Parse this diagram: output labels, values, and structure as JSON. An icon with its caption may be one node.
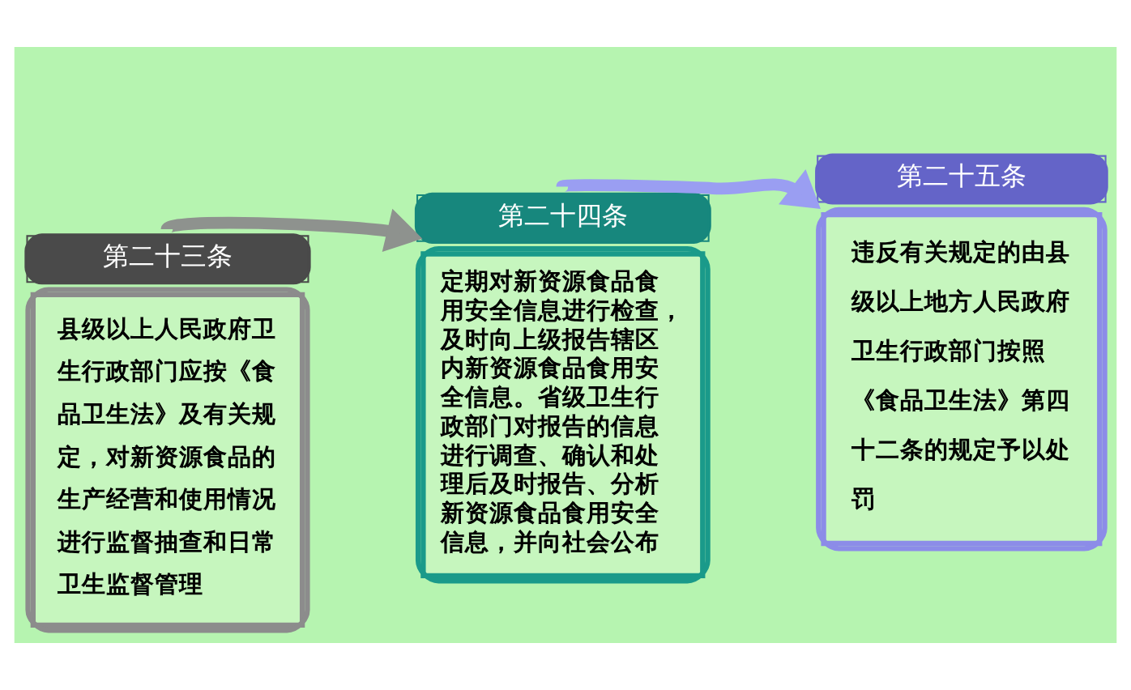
{
  "diagram": {
    "nodes": [
      {
        "text": [
          "第二十三条",
          "县级以上人民政府卫生行政部门应按《食品卫生法》及有关规定，对新资源食品的生产经营和使用情况进行监督抽查和日常卫生监督管理"
        ]
      },
      {
        "text": [
          "第二十四条",
          "定期对新资源食品食用安全信息进行检查，及时向上级报告辖区内新资源食品食用安全信息。省级卫生行政部门对报告的信息进行调查、确认和处理后及时报告、分析新资源食品食用安全信息，并向社会公布"
        ]
      },
      {
        "text": [
          "第二十五条",
          "违反有关规定的由县级以上地方人民政府卫生行政部门按照《食品卫生法》第四十二条的规定予以处罚"
        ]
      }
    ],
    "edges": [
      {
        "from": 0,
        "to": 1,
        "arrow": "to",
        "color": "#8e928e"
      },
      {
        "from": 1,
        "to": 2,
        "arrow": "to",
        "color": "#9a9ef2"
      }
    ]
  }
}
